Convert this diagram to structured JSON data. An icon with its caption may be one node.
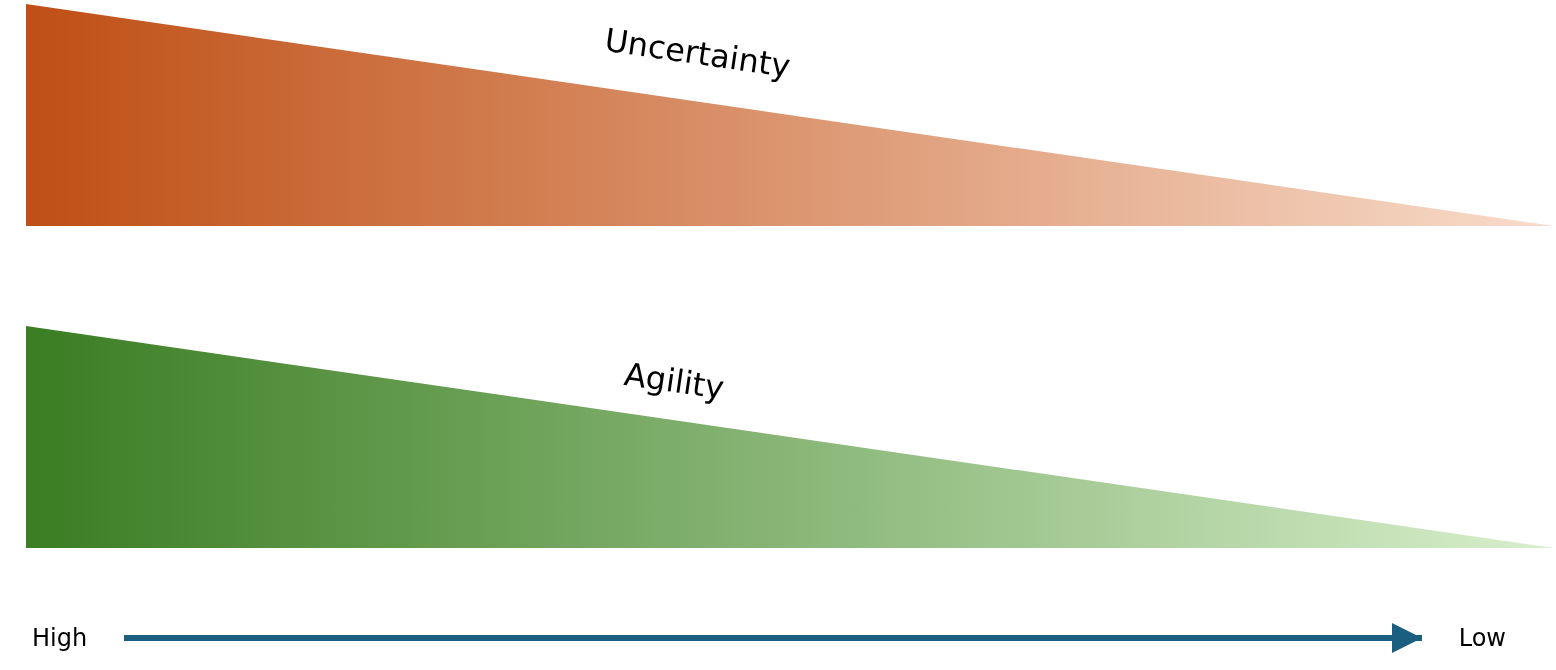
{
  "diagram": {
    "nodes": [
      {
        "text": [
          "Uncertainty"
        ]
      },
      {
        "text": [
          "Agility"
        ]
      },
      {
        "text": [
          "High"
        ]
      },
      {
        "text": [
          "Low"
        ]
      }
    ],
    "edges": [
      {
        "from": 2,
        "to": 3,
        "arrow": "to"
      }
    ]
  }
}
